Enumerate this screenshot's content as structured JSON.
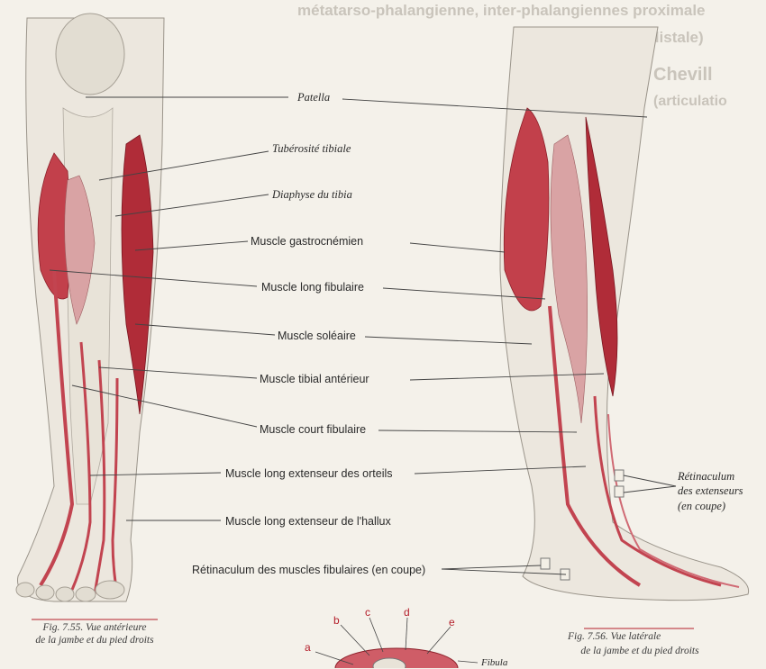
{
  "background_text": {
    "top_line": "métatarso-phalangienne, inter-phalangiennes proximale",
    "top_line_2": "(ou distale)",
    "cheville": "Chevill",
    "articulation": "(articulatio"
  },
  "labels": {
    "patella": "Patella",
    "tuberosite_tibiale": "Tubérosité tibiale",
    "diaphyse_tibia": "Diaphyse du tibia",
    "gastrocnemien": "Muscle gastrocnémien",
    "long_fibulaire": "Muscle long fibulaire",
    "soleaire": "Muscle soléaire",
    "tibial_anterieur": "Muscle tibial antérieur",
    "court_fibulaire": "Muscle court fibulaire",
    "long_ext_orteils": "Muscle long extenseur des orteils",
    "long_ext_hallux": "Muscle long extenseur de l'hallux",
    "retinaculum_fibulaires": "Rétinaculum des muscles fibulaires (en coupe)",
    "retinaculum_ext_1": "Rétinaculum",
    "retinaculum_ext_2": "des extenseurs",
    "retinaculum_ext_3": "(en coupe)",
    "fibula": "Fibula"
  },
  "captions": {
    "fig55_1": "Fig. 7.55. Vue antérieure",
    "fig55_2": "de la jambe et du pied droits",
    "fig56_1": "Fig. 7.56. Vue latérale",
    "fig56_2": "de la jambe et du pied droits"
  },
  "inset_keys": [
    "a",
    "b",
    "c",
    "d",
    "e"
  ],
  "colors": {
    "muscle": "#b8303c",
    "muscle_light": "#d98a8f",
    "bone": "#e9e4da",
    "leader": "#444444",
    "paper": "#f4f1ea"
  }
}
